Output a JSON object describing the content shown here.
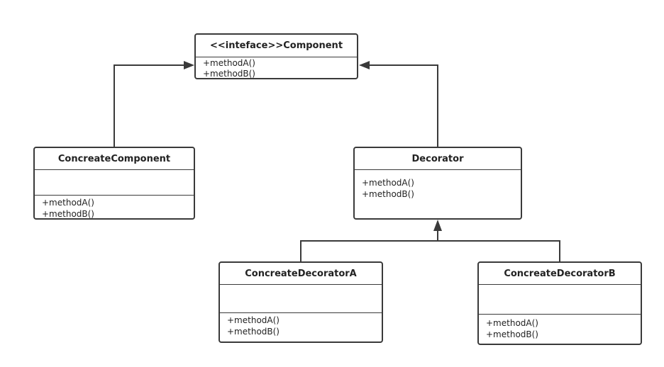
{
  "diagram": {
    "component": {
      "name": "<<inteface>>Component",
      "ops": [
        "+methodA()",
        "+methodB()"
      ]
    },
    "concrete_component": {
      "name": "ConcreateComponent",
      "ops": [
        "+methodA()",
        "+methodB()"
      ]
    },
    "decorator": {
      "name": "Decorator",
      "ops": [
        "+methodA()",
        "+methodB()"
      ]
    },
    "decorator_a": {
      "name": "ConcreateDecoratorA",
      "ops": [
        "+methodA()",
        "+methodB()"
      ]
    },
    "decorator_b": {
      "name": "ConcreateDecoratorB",
      "ops": [
        "+methodA()",
        "+methodB()"
      ]
    },
    "colors": {
      "line": "#3a3a3a",
      "background": "#ffffff",
      "text": "#222222"
    }
  }
}
